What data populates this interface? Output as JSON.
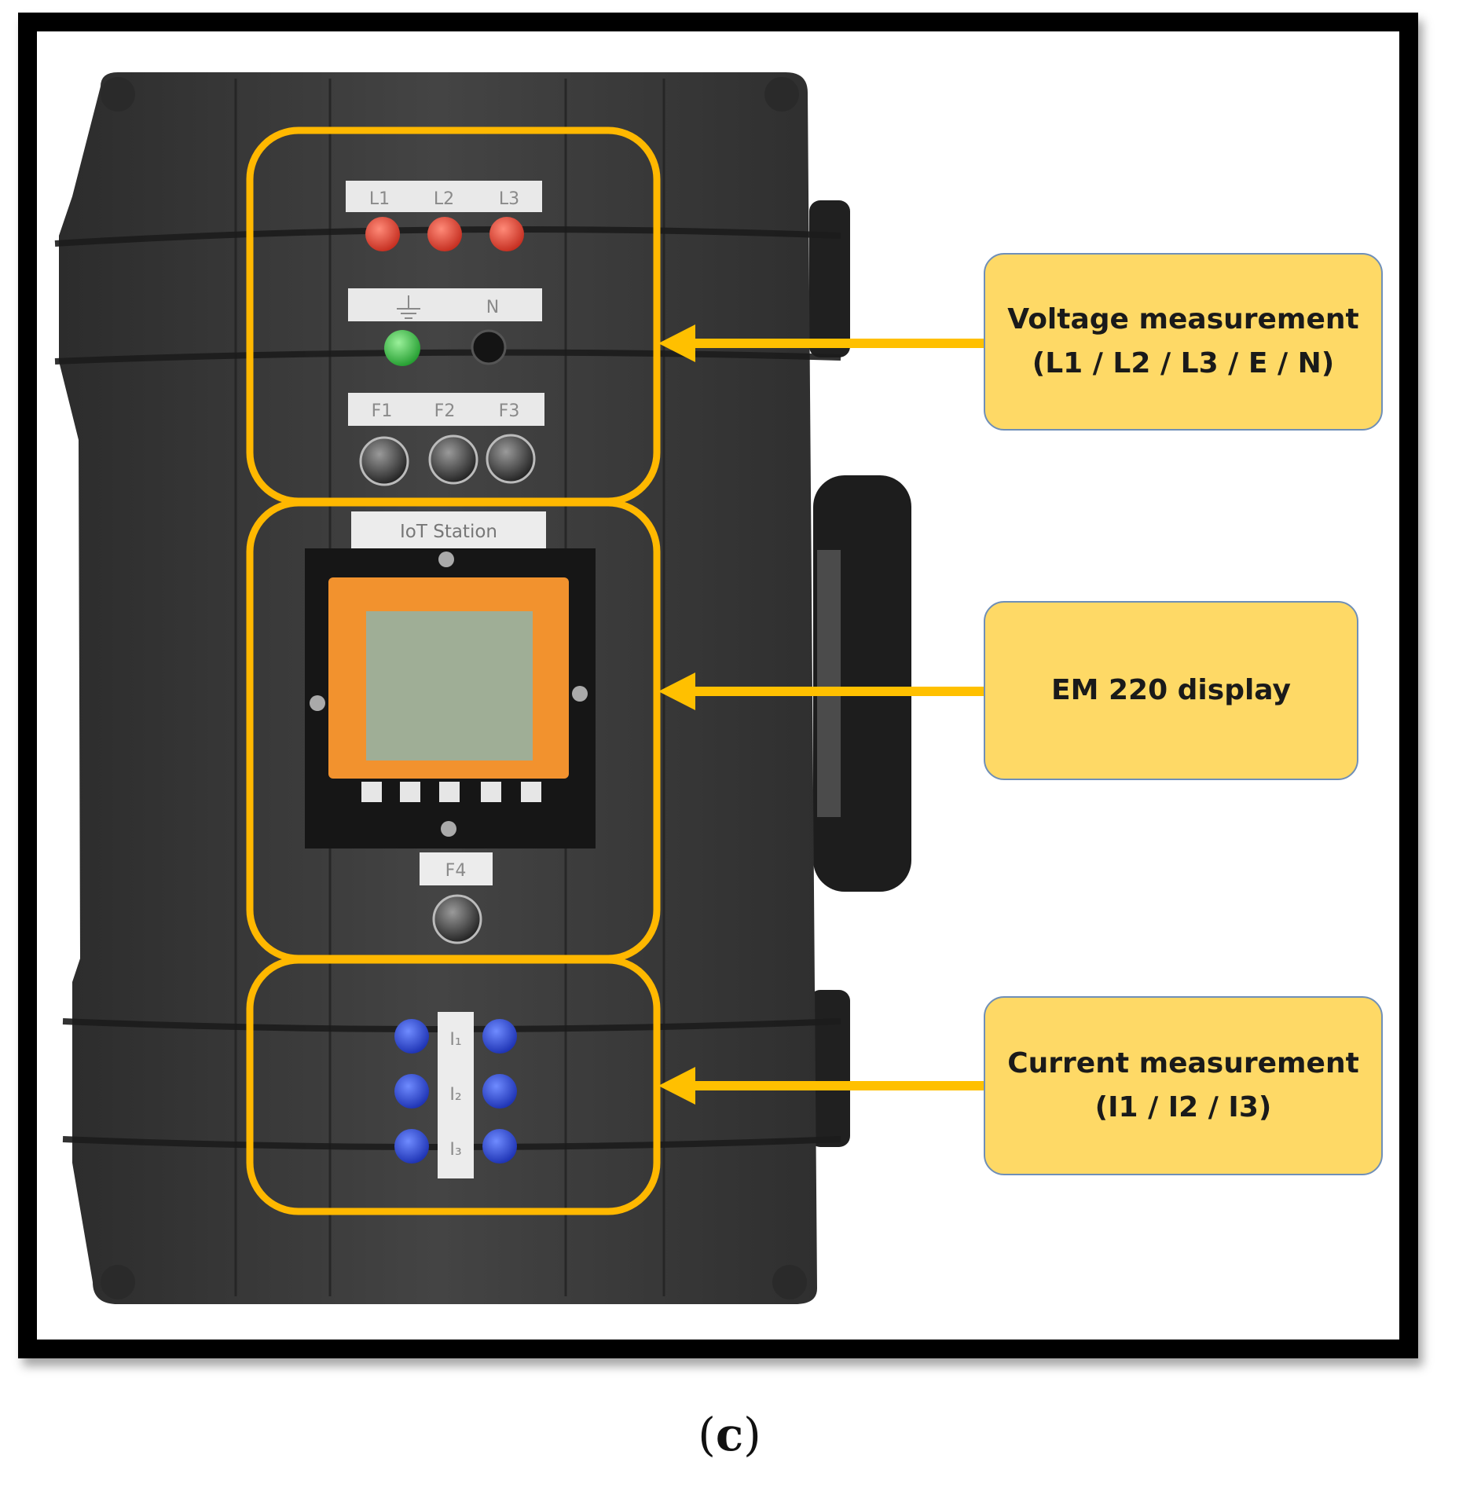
{
  "plate_labels": {
    "l1": "L1",
    "l2": "L2",
    "l3": "L3",
    "n": "N",
    "f1": "F1",
    "f2": "F2",
    "f3": "F3",
    "iot_station": "IoT Station",
    "f4": "F4",
    "i1": "I₁",
    "i2": "I₂",
    "i3": "I₃"
  },
  "callouts": {
    "voltage": {
      "line1": "Voltage measurement",
      "line2": "(L1 / L2 / L3 / E / N)"
    },
    "display": {
      "line1": "EM 220 display"
    },
    "current": {
      "line1": "Current measurement",
      "line2": "(I1 / I2 / I3)"
    }
  },
  "caption": {
    "open": "(",
    "letter": "c",
    "close": ")"
  },
  "colors": {
    "highlight_outline": "#ffb800",
    "arrow": "#ffc000",
    "callout_fill": "#fed966",
    "case": "#3b3b3b",
    "meter_bezel": "#f2922e",
    "meter_screen": "#9fae96",
    "socket_red": "#e8412f",
    "socket_green": "#3ec24a",
    "socket_blue": "#1f3fd6"
  }
}
